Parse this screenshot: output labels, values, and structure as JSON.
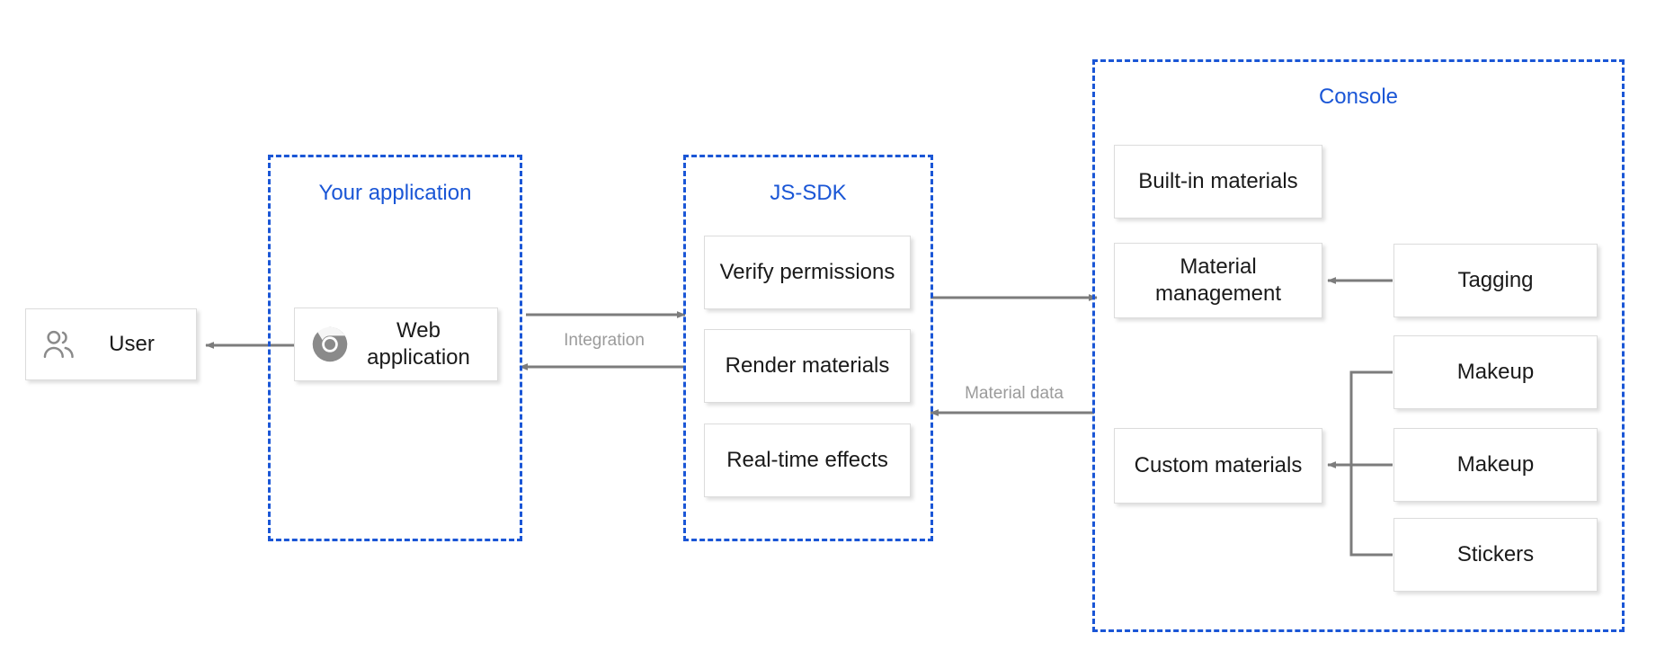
{
  "diagram": {
    "groups": [
      {
        "id": "your-application",
        "title": "Your application",
        "color": "#1a56d6"
      },
      {
        "id": "js-sdk",
        "title": "JS-SDK",
        "color": "#1a56d6"
      },
      {
        "id": "console",
        "title": "Console",
        "color": "#1a56d6"
      }
    ],
    "nodes": {
      "user": {
        "label": "User",
        "icon": "people-icon"
      },
      "web_application": {
        "label": "Web\napplication",
        "icon": "chrome-icon"
      },
      "verify_permissions": {
        "label": "Verify permissions"
      },
      "render_materials": {
        "label": "Render materials"
      },
      "realtime_effects": {
        "label": "Real-time effects"
      },
      "builtin_materials": {
        "label": "Built-in materials"
      },
      "material_management": {
        "label": "Material\nmanagement"
      },
      "custom_materials": {
        "label": "Custom materials"
      },
      "tagging": {
        "label": "Tagging"
      },
      "makeup_1": {
        "label": "Makeup"
      },
      "makeup_2": {
        "label": "Makeup"
      },
      "stickers": {
        "label": "Stickers"
      }
    },
    "edge_labels": {
      "integration": "Integration",
      "material_data": "Material data"
    },
    "colors": {
      "group_border": "#1a56d6",
      "group_title": "#1a56d6",
      "card_border": "#dcdcdc",
      "card_text": "#1a1a1a",
      "connector": "#7c7c7c",
      "edge_label": "#9b9b9b",
      "icon_gray": "#7c7c7c"
    }
  }
}
